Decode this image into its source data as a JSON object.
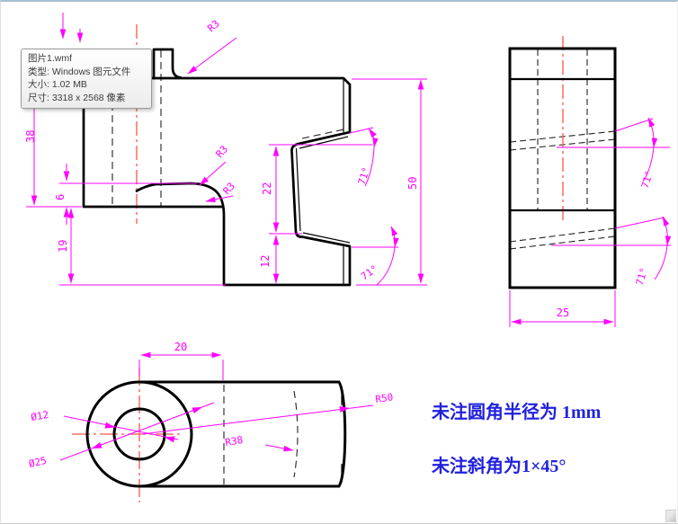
{
  "tooltip": {
    "filename": "图片1.wmf",
    "type_line": "类型: Windows 图元文件",
    "size_line": "大小: 1.02 MB",
    "dimensions_line": "尺寸: 3318 x 2568 像素"
  },
  "notes": {
    "line1": "未注圆角半径为 1mm",
    "line2": "未注斜角为1×45°",
    "color": "#2121dd"
  },
  "annotations": {
    "angle_label": "71°"
  },
  "front_view": {
    "dims": {
      "d38": "38",
      "d6": "6",
      "d19": "19",
      "d22": "22",
      "d12": "12",
      "d50": "50",
      "r3_top": "R3",
      "r3_mid_a": "R3",
      "r3_mid_b": "R3"
    }
  },
  "side_view": {
    "dims": {
      "d25": "25"
    }
  },
  "bottom_view": {
    "dims": {
      "d20": "20",
      "dia12": "Ø12",
      "dia25": "Ø25",
      "r38": "R38",
      "r50": "R50"
    }
  },
  "colors": {
    "dimension": "#ff00ff",
    "centerline": "#ff5548",
    "outline": "#000000",
    "note_text": "#2121dd"
  }
}
